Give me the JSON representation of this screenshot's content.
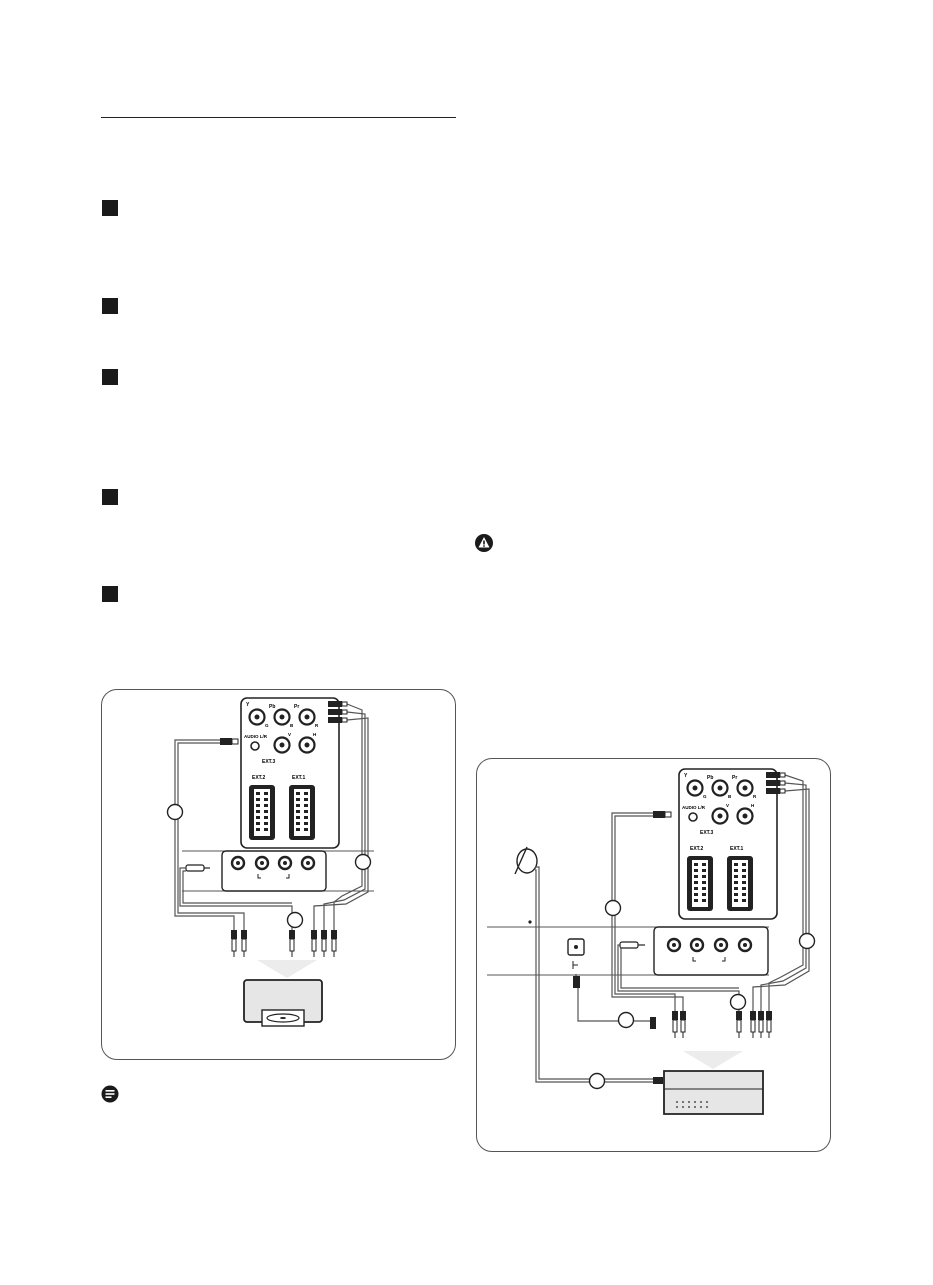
{
  "steps": [
    {
      "marker": "step-1"
    },
    {
      "marker": "step-2"
    },
    {
      "marker": "step-3"
    },
    {
      "marker": "step-4"
    },
    {
      "marker": "step-5"
    }
  ],
  "icons": {
    "note": "note-icon",
    "warning": "warning-icon",
    "dvd_player": "dvd-player-icon",
    "satellite_dish": "satellite-dish-icon",
    "receiver": "receiver-icon"
  },
  "connector_panel": {
    "inputs_top": [
      "Y",
      "Pb",
      "Pr"
    ],
    "inputs_top_sub": [
      "G",
      "B",
      "R"
    ],
    "audio_label": "AUDIO L/R",
    "inputs_bottom": [
      "V",
      "H"
    ],
    "group_label": "EXT.3",
    "scart_labels": [
      "EXT.2",
      "EXT.1"
    ]
  },
  "colors": {
    "ink": "#1a1a1a",
    "panel_border": "#555555",
    "device_fill": "#e6e6e6"
  }
}
